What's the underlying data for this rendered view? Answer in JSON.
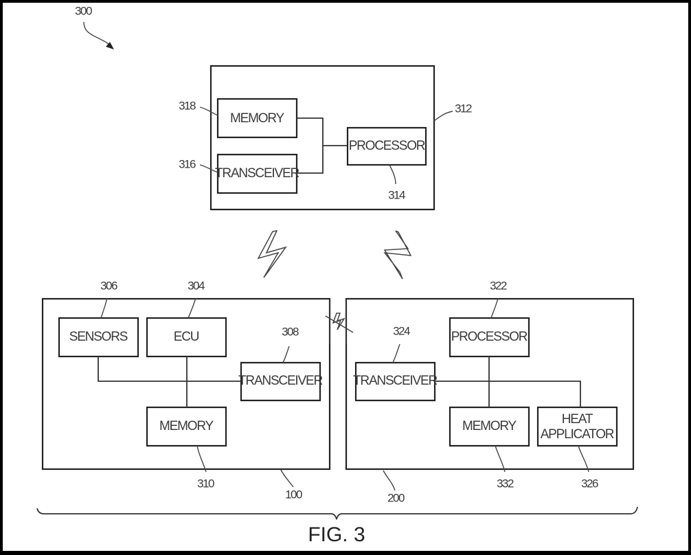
{
  "figure": {
    "caption": "FIG. 3",
    "system_ref": "300"
  },
  "server": {
    "ref": "312",
    "memory": {
      "label": "MEMORY",
      "ref": "318"
    },
    "transceiver": {
      "label": "TRANSCEIVER",
      "ref": "316"
    },
    "processor": {
      "label": "PROCESSOR",
      "ref": "314"
    }
  },
  "vehicle": {
    "ref": "100",
    "sensors": {
      "label": "SENSORS",
      "ref": "306"
    },
    "ecu": {
      "label": "ECU",
      "ref": "304"
    },
    "transceiver": {
      "label": "TRANSCEIVER",
      "ref": "308"
    },
    "memory": {
      "label": "MEMORY",
      "ref": "310"
    }
  },
  "device": {
    "ref": "200",
    "processor": {
      "label": "PROCESSOR",
      "ref": "322"
    },
    "transceiver": {
      "label": "TRANSCEIVER",
      "ref": "324"
    },
    "memory": {
      "label": "MEMORY",
      "ref": "332"
    },
    "heat_applicator": {
      "label_line1": "HEAT",
      "label_line2": "APPLICATOR",
      "ref": "326"
    }
  },
  "links": [
    {
      "name": "wireless-link-server-vehicle",
      "icon": "lightning-bolt-icon"
    },
    {
      "name": "wireless-link-server-device",
      "icon": "lightning-bolt-icon"
    },
    {
      "name": "wireless-link-vehicle-device",
      "icon": "lightning-bolt-icon"
    }
  ]
}
